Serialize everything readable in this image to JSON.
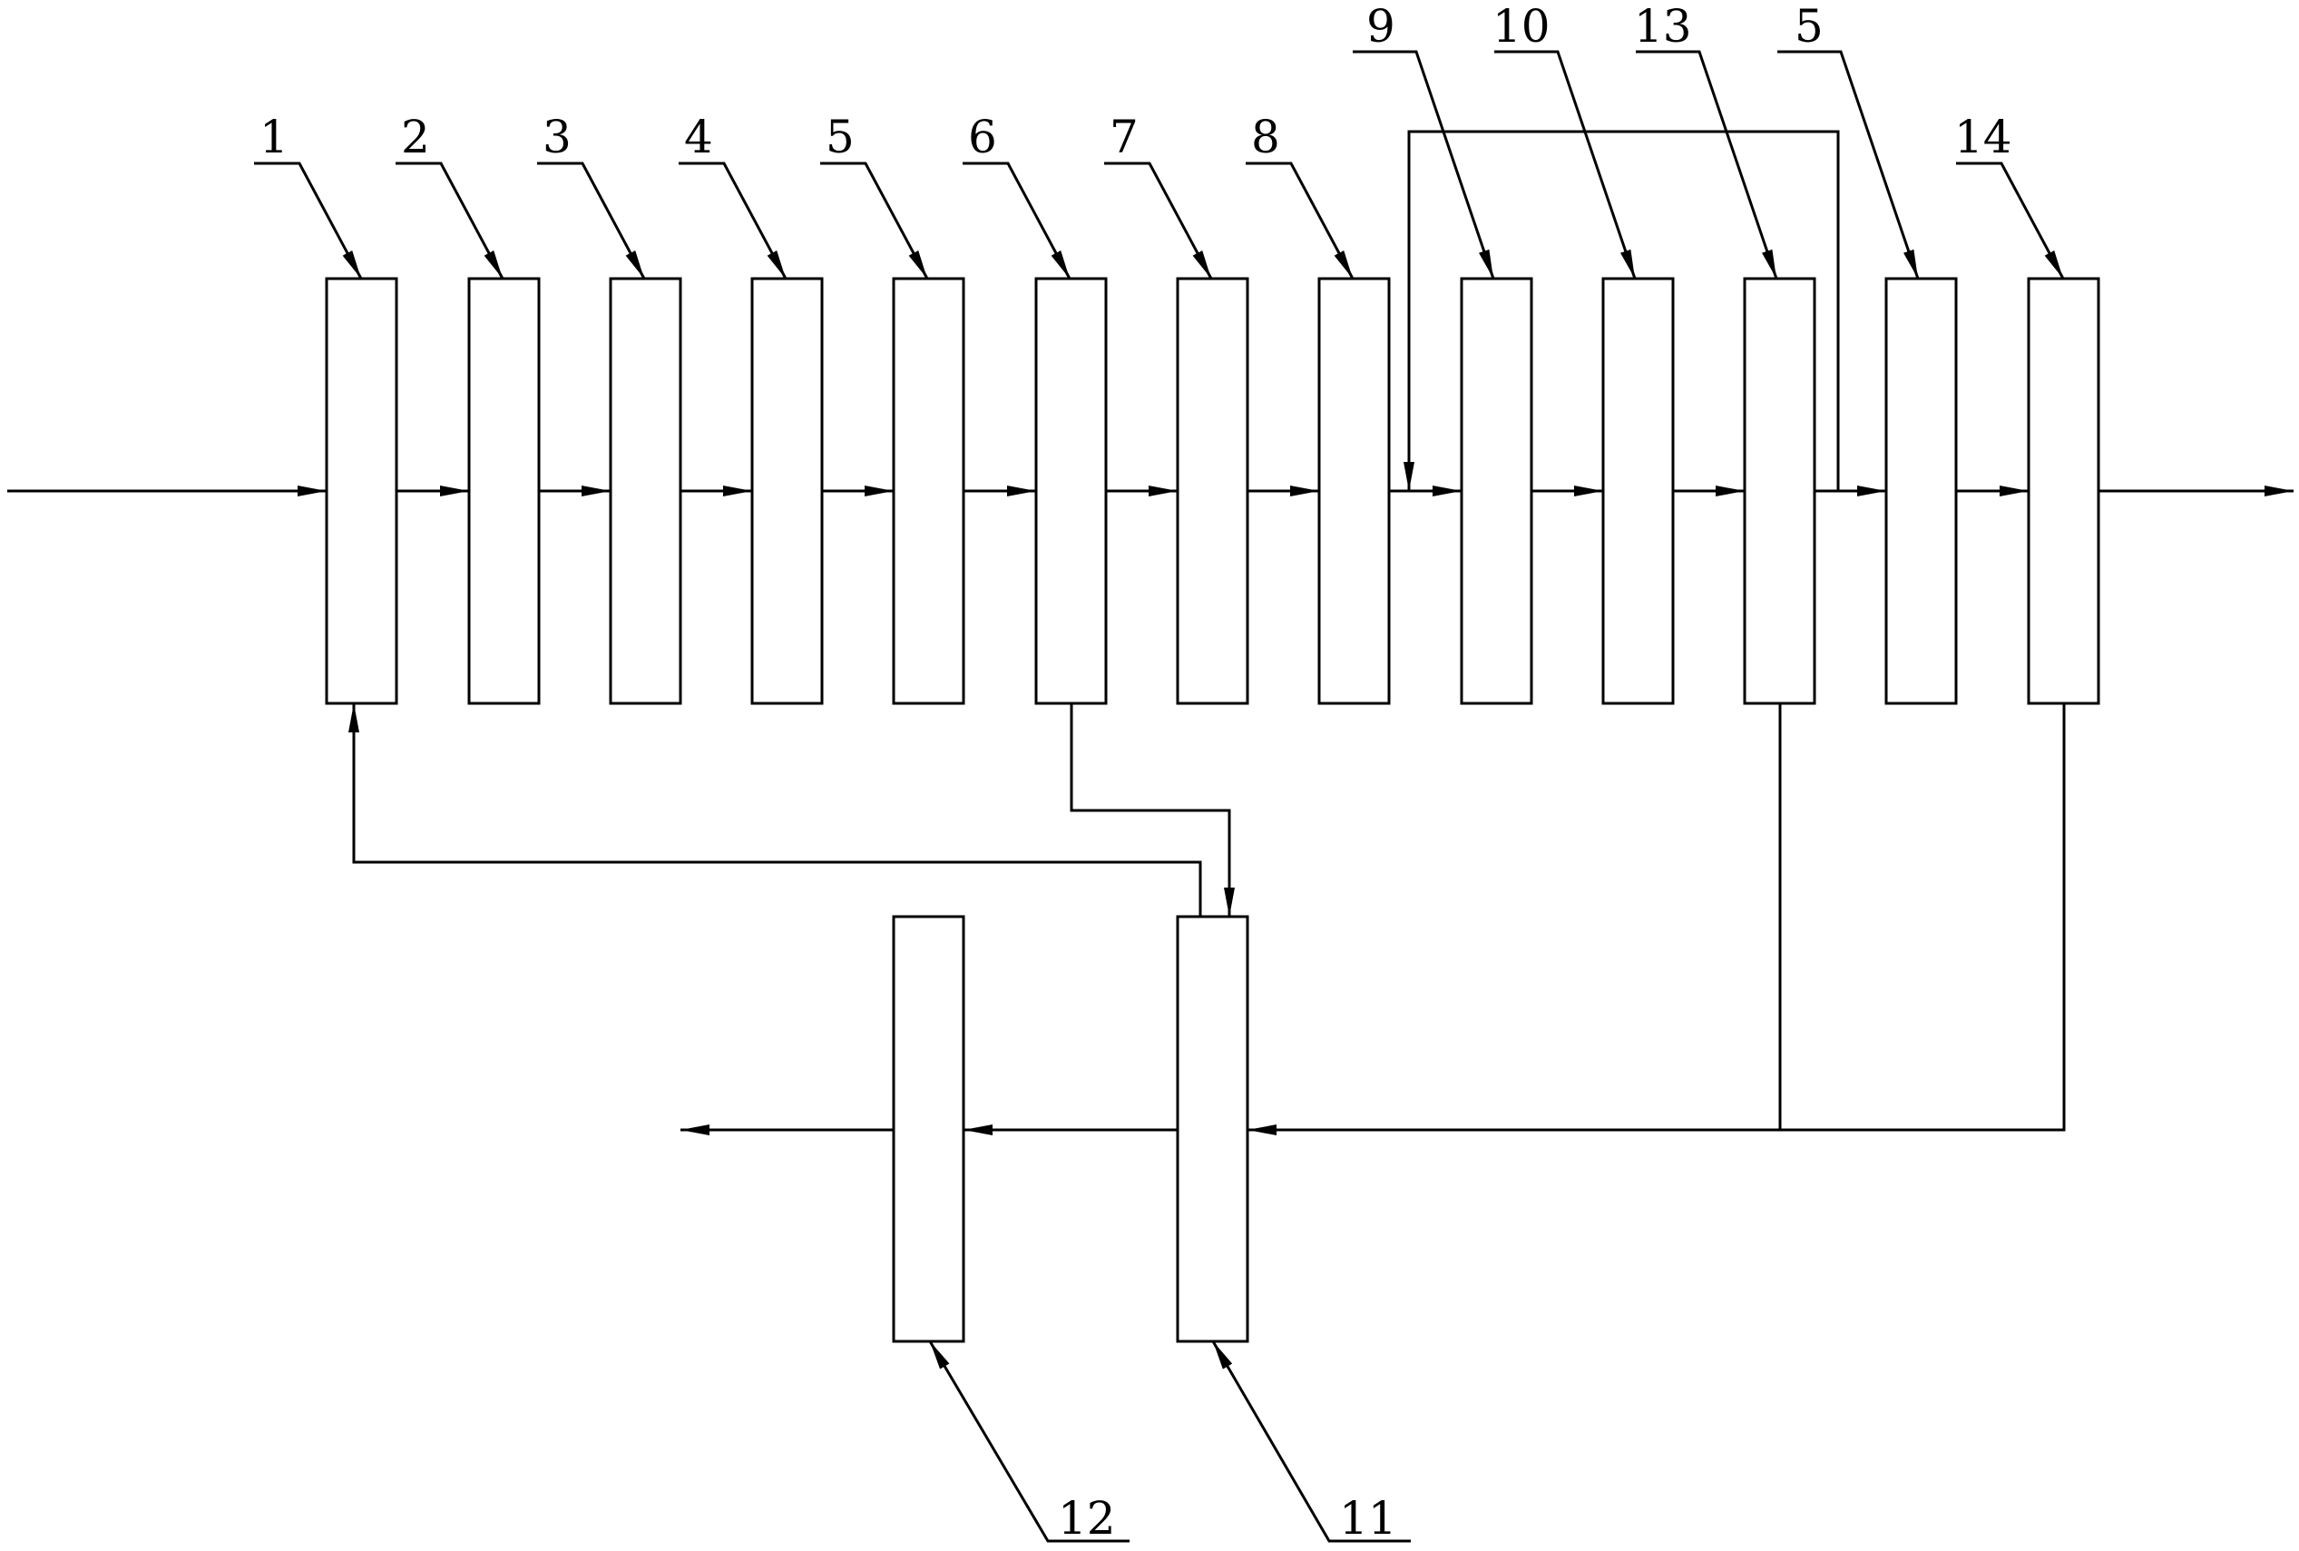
{
  "diagram": {
    "type": "process-flow",
    "units": [
      {
        "id": "u1",
        "label": "1"
      },
      {
        "id": "u2",
        "label": "2"
      },
      {
        "id": "u3",
        "label": "3"
      },
      {
        "id": "u4",
        "label": "4"
      },
      {
        "id": "u5a",
        "label": "5"
      },
      {
        "id": "u6",
        "label": "6"
      },
      {
        "id": "u7",
        "label": "7"
      },
      {
        "id": "u8",
        "label": "8"
      },
      {
        "id": "u9",
        "label": "9"
      },
      {
        "id": "u10",
        "label": "10"
      },
      {
        "id": "u13",
        "label": "13"
      },
      {
        "id": "u5b",
        "label": "5"
      },
      {
        "id": "u14",
        "label": "14"
      },
      {
        "id": "u11",
        "label": "11"
      },
      {
        "id": "u12",
        "label": "12"
      }
    ],
    "flows": [
      {
        "from": "inlet",
        "to": "u1"
      },
      {
        "from": "u1",
        "to": "u2"
      },
      {
        "from": "u2",
        "to": "u3"
      },
      {
        "from": "u3",
        "to": "u4"
      },
      {
        "from": "u4",
        "to": "u5a"
      },
      {
        "from": "u5a",
        "to": "u6"
      },
      {
        "from": "u6",
        "to": "u7"
      },
      {
        "from": "u7",
        "to": "u8"
      },
      {
        "from": "u8",
        "to": "u9"
      },
      {
        "from": "u9",
        "to": "u10"
      },
      {
        "from": "u10",
        "to": "u13"
      },
      {
        "from": "u13",
        "to": "u5b"
      },
      {
        "from": "u5b",
        "to": "u14"
      },
      {
        "from": "u14",
        "to": "outlet"
      },
      {
        "from": "u13",
        "to": "u9",
        "kind": "recycle"
      },
      {
        "from": "u6",
        "to": "u11"
      },
      {
        "from": "u11",
        "to": "u1",
        "kind": "recycle"
      },
      {
        "from": "u13",
        "to": "u11"
      },
      {
        "from": "u14",
        "to": "u11"
      },
      {
        "from": "u11",
        "to": "u12"
      },
      {
        "from": "u12",
        "to": "outlet-bottom"
      }
    ]
  }
}
